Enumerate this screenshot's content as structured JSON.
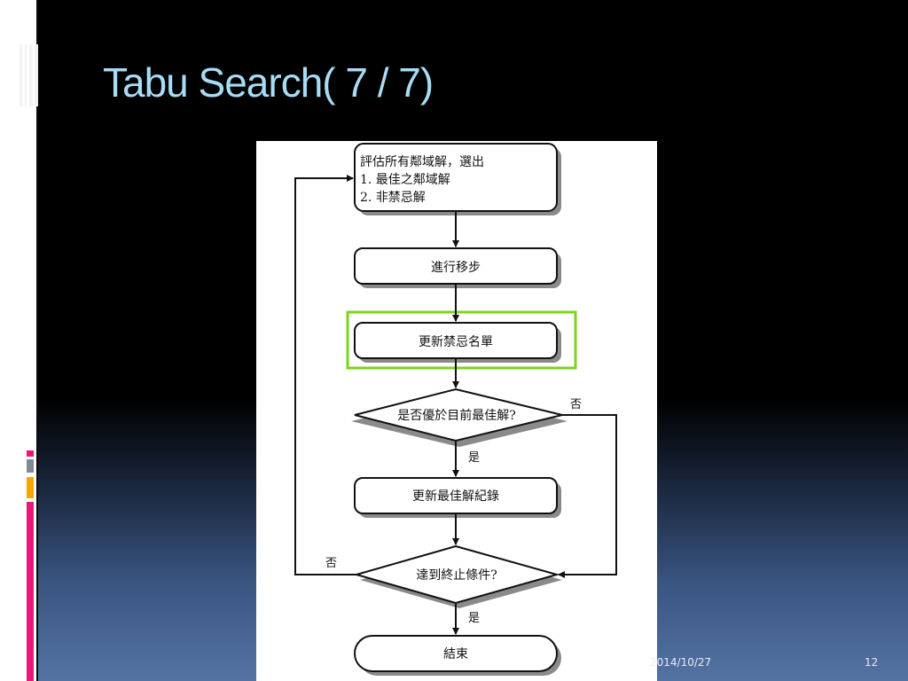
{
  "slide": {
    "title": "Tabu Search( 7 / 7)",
    "footer_date": "2014/10/27",
    "slide_number": "12",
    "colors": {
      "title": "#a6dcf5",
      "highlight": "#7ed321",
      "accent_pink": "#e6197a",
      "accent_gray": "#7f8a99",
      "accent_orange": "#f5a800"
    }
  },
  "flowchart": {
    "box_evaluate": {
      "line1": "評估所有鄰域解，選出",
      "line2": "1. 最佳之鄰域解",
      "line3": "2. 非禁忌解"
    },
    "box_move": "進行移步",
    "box_update_tabu": "更新禁忌名單",
    "decision_better": "是否優於目前最佳解?",
    "label_no_better": "否",
    "label_yes_better": "是",
    "box_update_best": "更新最佳解紀錄",
    "decision_stop": "達到終止條件?",
    "label_no_stop": "否",
    "label_yes_stop": "是",
    "box_end": "結束"
  }
}
